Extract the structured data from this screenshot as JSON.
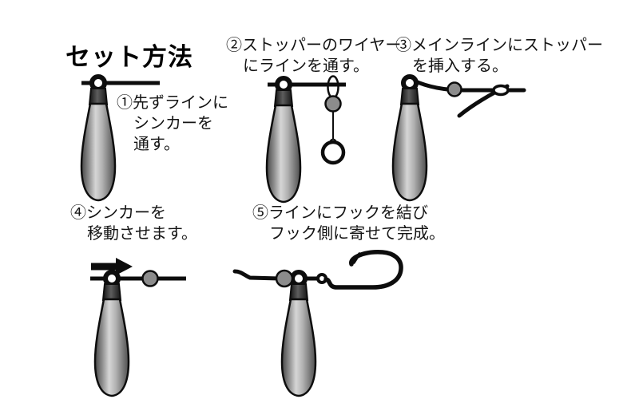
{
  "title": "セット方法",
  "steps": [
    {
      "lines": [
        "①先ずラインに",
        "シンカーを",
        "通す。"
      ]
    },
    {
      "lines": [
        "②ストッパーのワイヤー",
        "にラインを通す。"
      ]
    },
    {
      "lines": [
        "③メインラインにストッパー",
        "を挿入する。"
      ]
    },
    {
      "lines": [
        "④シンカーを",
        "移動させます。"
      ]
    },
    {
      "lines": [
        "⑤ラインにフックを結び",
        "フック側に寄せて完成。"
      ]
    }
  ],
  "colors": {
    "background": "#ffffff",
    "line": "#0d0d0d",
    "bead": "#8c8c8c",
    "text": "#141414"
  }
}
